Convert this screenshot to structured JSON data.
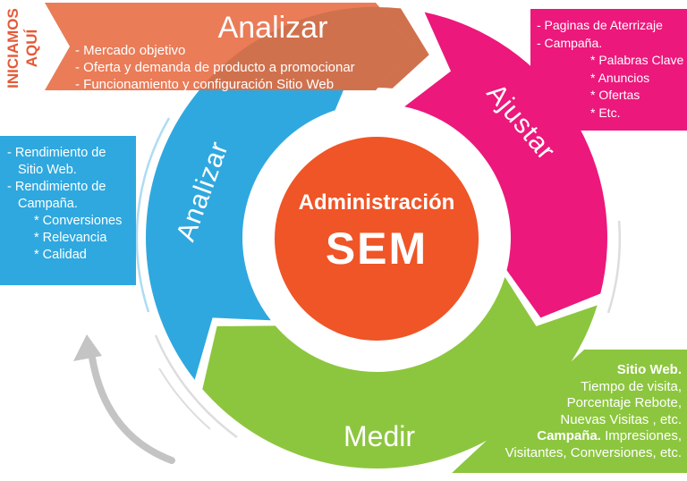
{
  "chart_data": {
    "type": "cycle-diagram",
    "title": "Administración SEM",
    "center_label": [
      "Administración",
      "SEM"
    ],
    "start_marker": {
      "line1": "INICIAMOS",
      "line2": "AQUÍ"
    },
    "stages": [
      {
        "label": "Analizar",
        "position": "top",
        "color": "#EA7C58",
        "notes": [
          "- Mercado objetivo",
          "- Oferta y demanda de producto a promocionar",
          "- Funcionamiento y configuración Sitio Web"
        ]
      },
      {
        "label": "Ajustar",
        "position": "right",
        "color": "#EC187C",
        "notes": [
          "- Paginas de Aterrizaje",
          "- Campaña.",
          "* Palabras Clave",
          "* Anuncios",
          "* Ofertas",
          "* Etc."
        ]
      },
      {
        "label": "Medir",
        "position": "bottom",
        "color": "#8CC63E",
        "notes": [
          {
            "b": "Sitio Web.",
            "t": ""
          },
          {
            "b": "",
            "t": "Tiempo de visita,"
          },
          {
            "b": "",
            "t": "Porcentaje Rebote,"
          },
          {
            "b": "",
            "t": "Nuevas Visitas , etc."
          },
          {
            "b": "Campaña.",
            "t": " Impresiones,"
          },
          {
            "b": "",
            "t": "Visitantes, Conversiones, etc."
          }
        ]
      },
      {
        "label": "Analizar",
        "position": "left",
        "color": "#2FA8DF",
        "notes": [
          "- Rendimiento de",
          "Sitio Web.",
          "- Rendimiento de",
          "Campaña.",
          "* Conversiones",
          "* Relevancia",
          "* Calidad"
        ]
      }
    ]
  },
  "colors": {
    "banner_orange": "#EA7C58",
    "banner_orange_dark": "#D0714E",
    "center_orange": "#EF5527",
    "start_marker_text": "#E55A38",
    "gray_arrow": "#C4C4C4",
    "decor_gray": "#DDDDDD",
    "decor_blue": "#AEDCF2"
  }
}
